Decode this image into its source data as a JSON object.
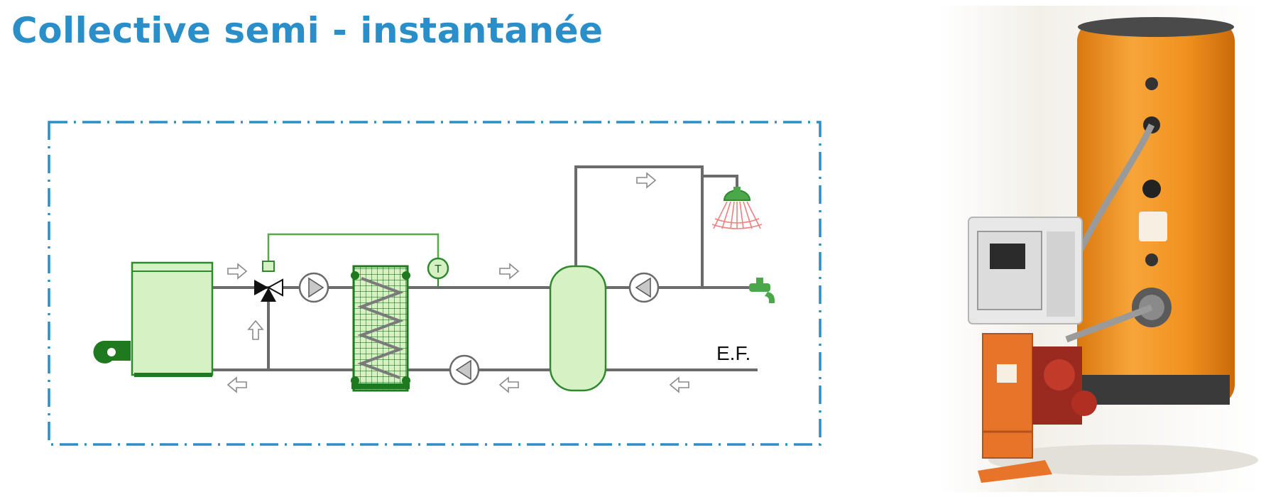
{
  "slide": {
    "title": "Collective semi - instantanée"
  },
  "diagram": {
    "cold_water_label": "E.F.",
    "thermostat_symbol": "T",
    "components": [
      "boiler",
      "three-way-valve",
      "primary-pump",
      "plate-heat-exchanger",
      "temperature-sensor",
      "storage-tank",
      "return-pump",
      "recirculation-pump",
      "shower",
      "tap"
    ],
    "colors": {
      "pipe": "#6b6b6b",
      "control_line": "#5aa64a",
      "component_fill": "#d6f2c4",
      "component_stroke": "#1f7a1f",
      "shower_spray": "#f08080",
      "frame": "#2a8fc8"
    }
  },
  "photo": {
    "subject": "semi-instantaneous water heater with plate exchanger and control box",
    "colors": {
      "tank": "#f0901e",
      "control_box": "#e8e8e8",
      "exchanger": "#e8742a"
    }
  }
}
